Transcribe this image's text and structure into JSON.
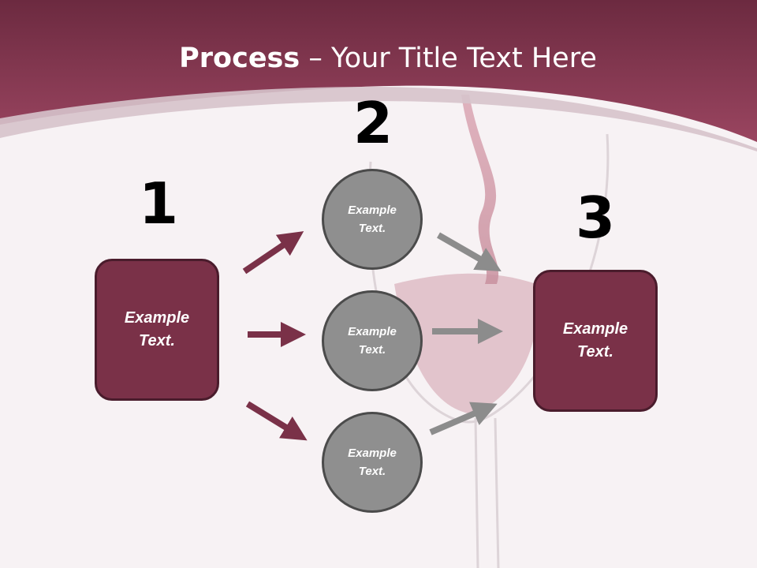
{
  "title": {
    "bold": "Process",
    "rest": " – Your Title Text Here"
  },
  "steps": [
    {
      "number": "1",
      "box": {
        "line1": "Example",
        "line2": "Text."
      }
    },
    {
      "number": "2",
      "circles": [
        {
          "line1": "Example",
          "line2": "Text."
        },
        {
          "line1": "Example",
          "line2": "Text."
        },
        {
          "line1": "Example",
          "line2": "Text."
        }
      ]
    },
    {
      "number": "3",
      "box": {
        "line1": "Example",
        "line2": "Text."
      }
    }
  ],
  "colors": {
    "header": "#8e3a55",
    "box": "#7a3148",
    "circle": "#8f8f8f",
    "arrow_left": "#7a3148",
    "arrow_right": "#8c8c8c"
  },
  "icons": {
    "background": "wine-glass-image"
  }
}
